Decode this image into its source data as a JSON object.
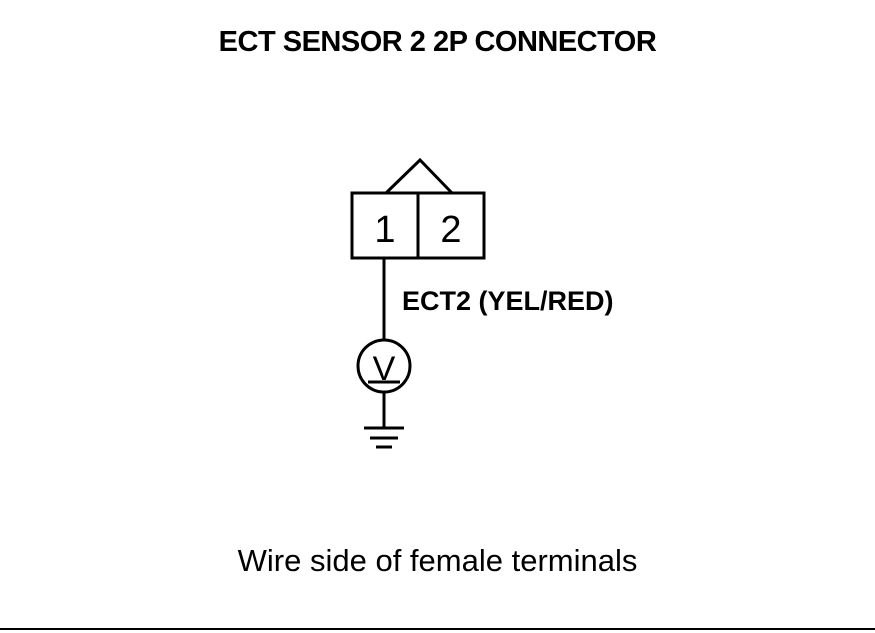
{
  "title": "ECT SENSOR 2 2P CONNECTOR",
  "connector": {
    "terminals": [
      "1",
      "2"
    ]
  },
  "wire_label": "ECT2 (YEL/RED)",
  "meter_symbol": "V",
  "caption": "Wire side of female terminals",
  "icons": {
    "voltmeter": "voltmeter-icon",
    "ground": "ground-icon",
    "connector_key": "connector-key-icon"
  }
}
